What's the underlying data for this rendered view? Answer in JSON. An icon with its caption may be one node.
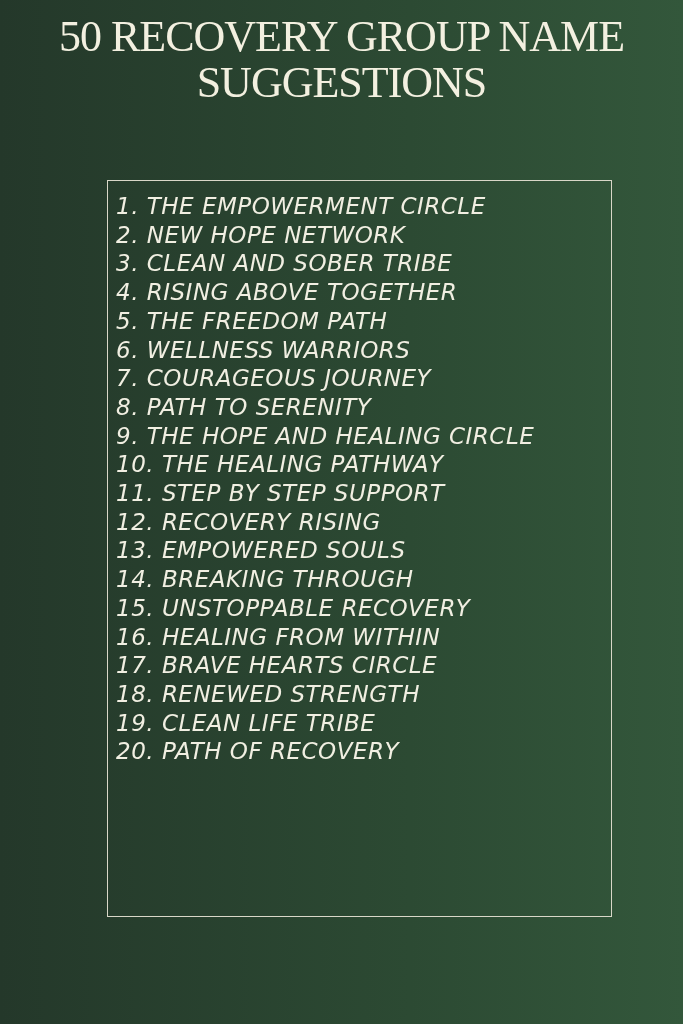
{
  "diagram": {
    "title": "50 RECOVERY GROUP NAME SUGGESTIONS",
    "nodes": [
      {
        "text": [
          "1. THE EMPOWERMENT CIRCLE",
          "2. NEW HOPE NETWORK",
          "3. CLEAN AND SOBER TRIBE",
          "4. RISING ABOVE TOGETHER",
          "5. THE FREEDOM PATH",
          "6. WELLNESS WARRIORS",
          "7. COURAGEOUS JOURNEY",
          "8. PATH TO SERENITY",
          "9. THE HOPE AND HEALING CIRCLE",
          "10. THE HEALING PATHWAY",
          "11. STEP BY STEP SUPPORT",
          "12. RECOVERY RISING",
          "13. EMPOWERED SOULS",
          "14. BREAKING THROUGH",
          "15. UNSTOPPABLE RECOVERY",
          "16. HEALING FROM WITHIN",
          "17. BRAVE HEARTS CIRCLE",
          "18. RENEWED STRENGTH",
          "19. CLEAN LIFE TRIBE",
          "20. PATH OF RECOVERY"
        ]
      }
    ],
    "edges": []
  }
}
